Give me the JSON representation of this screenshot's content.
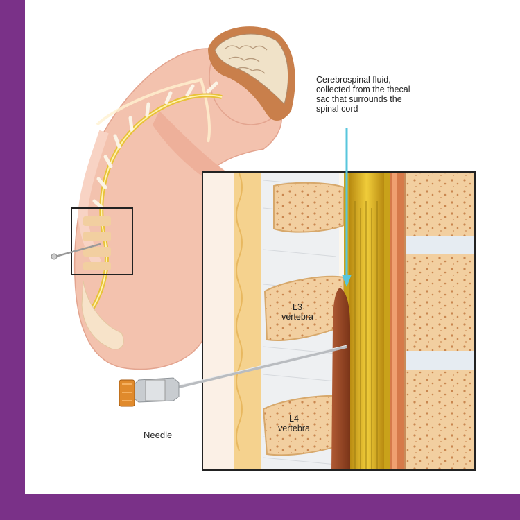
{
  "labels": {
    "csf_line1": "Cerebrospinal fluid,",
    "csf_line2": "collected from the thecal",
    "csf_line3": "sac that surrounds the",
    "csf_line4": "spinal cord",
    "l3_line1": "L3",
    "l3_line2": "vertebra",
    "l4_line1": "L4",
    "l4_line2": "vertebra",
    "needle": "Needle"
  },
  "colors": {
    "frame": "#7a3188",
    "skin": "#f3c2ae",
    "bone": "#f2d4a6",
    "spinal_cord": "#e2b81f",
    "csf_arrow": "#58c6dc",
    "thecal_sac": "#9a4a2a"
  }
}
